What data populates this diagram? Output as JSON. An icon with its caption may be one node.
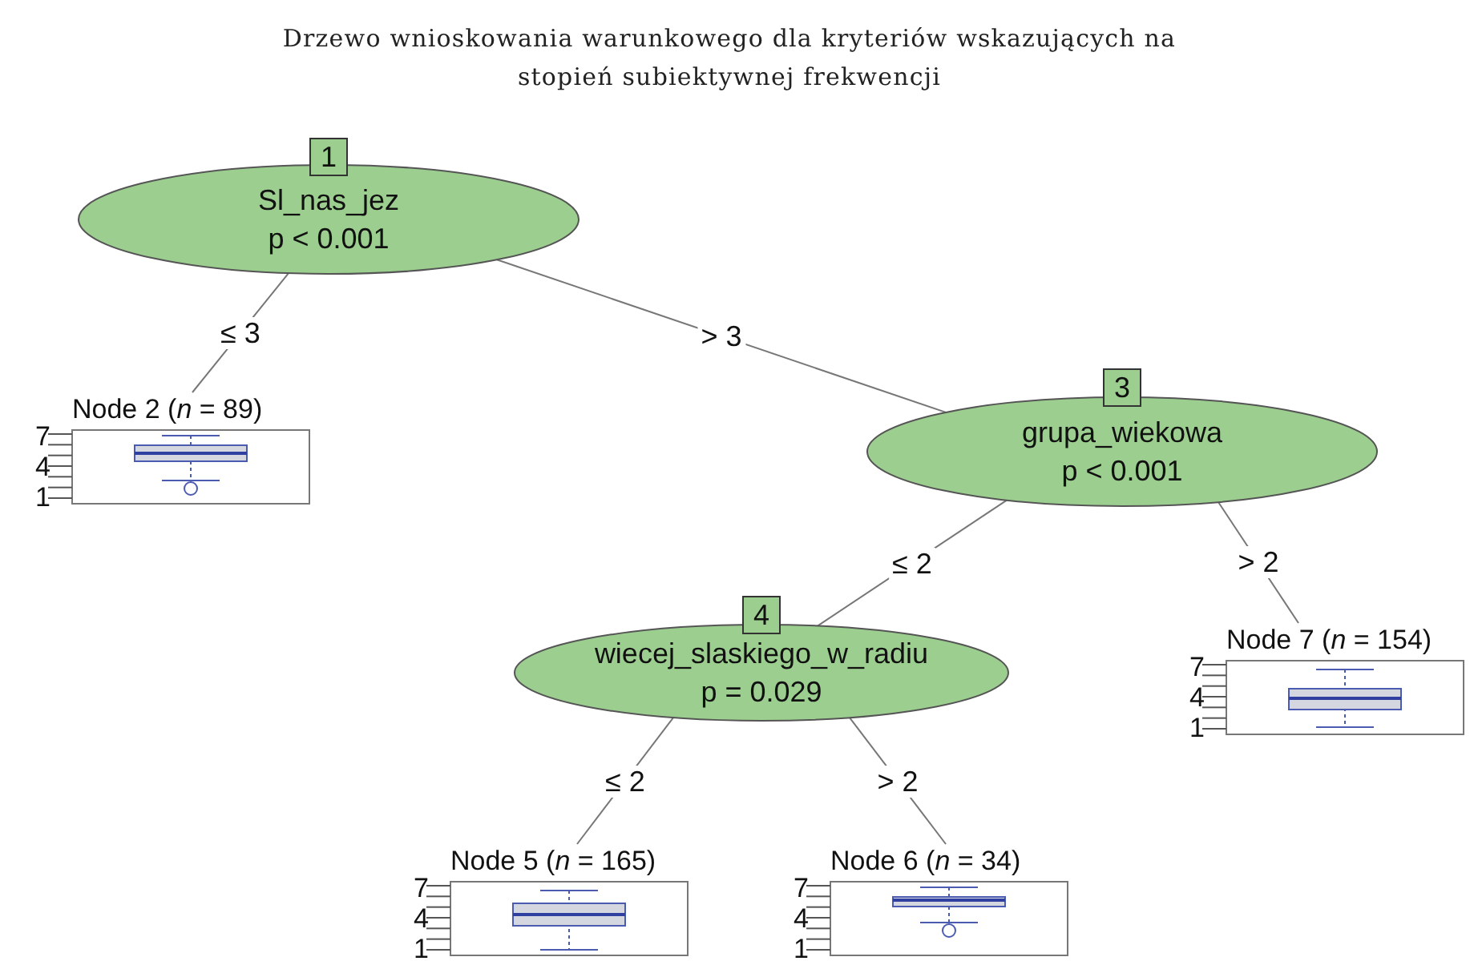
{
  "diagram": {
    "title": "Drzewo wnioskowania warunkowego dla kryteriów wskazujących na stopień subiektywnej frekwencji",
    "nodes": [
      {
        "text": [
          "1",
          "Sl_nas_jez",
          "p < 0.001"
        ]
      },
      {
        "text": [
          "Node 2 (*n* = 89)"
        ],
        "beside": [
          "7",
          "4",
          "1"
        ]
      },
      {
        "text": [
          "3",
          "grupa_wiekowa",
          "p < 0.001"
        ]
      },
      {
        "text": [
          "4",
          "wiecej_slaskiego_w_radiu",
          "p = 0.029"
        ]
      },
      {
        "text": [
          "Node 5 (*n* = 165)"
        ],
        "beside": [
          "7",
          "4",
          "1"
        ]
      },
      {
        "text": [
          "Node 6 (*n* = 34)"
        ],
        "beside": [
          "7",
          "4",
          "1"
        ]
      },
      {
        "text": [
          "Node 7 (*n* = 154)"
        ],
        "beside": [
          "7",
          "4",
          "1"
        ]
      }
    ],
    "edges": [
      {
        "from": 0,
        "to": 1,
        "arrow": "none",
        "label": "≤ 3"
      },
      {
        "from": 0,
        "to": 2,
        "arrow": "none",
        "label": "> 3"
      },
      {
        "from": 2,
        "to": 3,
        "arrow": "none",
        "label": "≤ 2"
      },
      {
        "from": 2,
        "to": 6,
        "arrow": "none",
        "label": "> 2"
      },
      {
        "from": 3,
        "to": 4,
        "arrow": "none",
        "label": "≤ 2"
      },
      {
        "from": 3,
        "to": 5,
        "arrow": "none",
        "label": "> 2"
      }
    ]
  }
}
